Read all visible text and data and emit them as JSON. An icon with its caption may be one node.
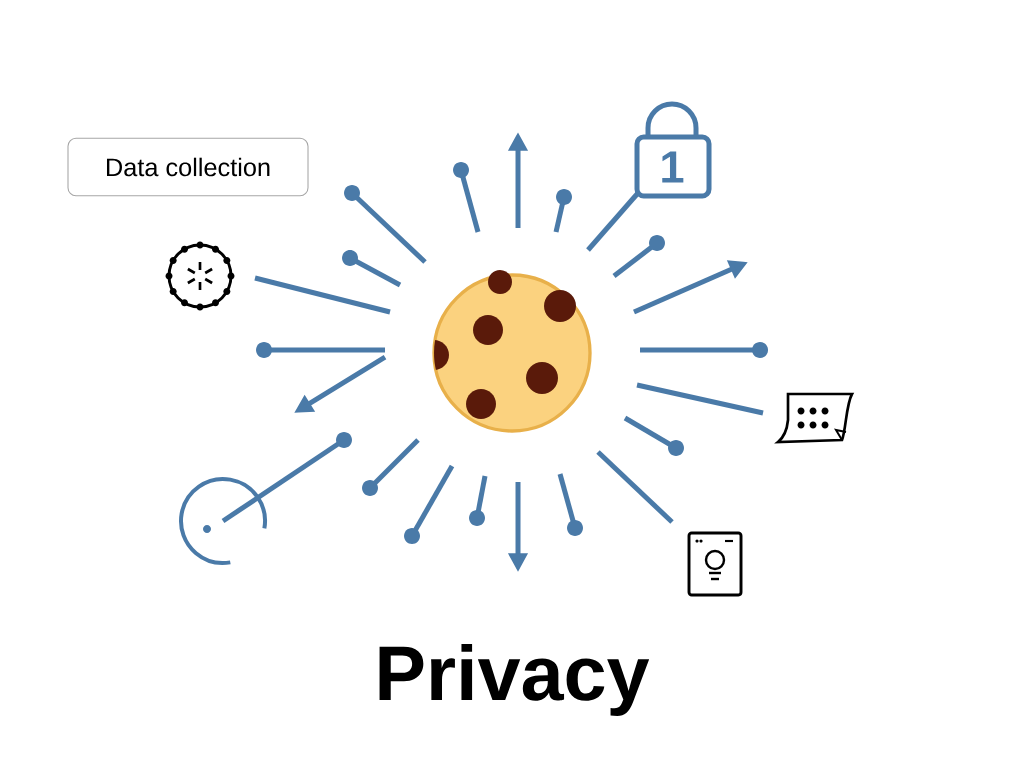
{
  "diagram": {
    "title": "Privacy",
    "nodes": [
      {
        "text": [
          "Data collection"
        ]
      }
    ],
    "labels": [
      "1"
    ]
  }
}
